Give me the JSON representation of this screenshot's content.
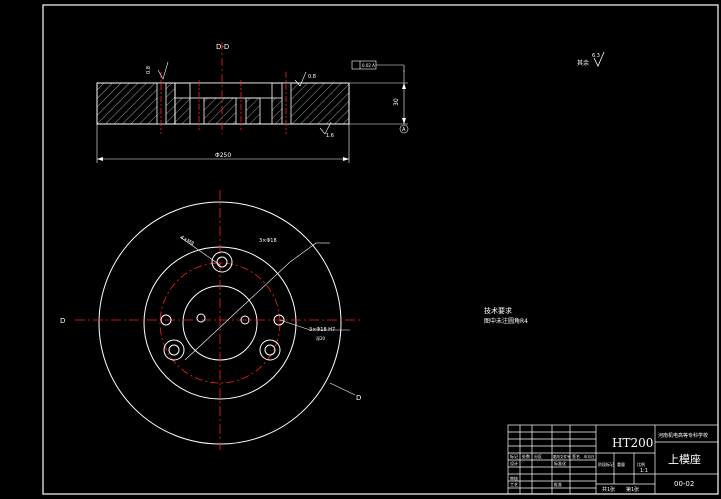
{
  "drawing": {
    "section_label": "D-D",
    "section_marker": "D",
    "roughness_note": "其余",
    "roughness_value": "6.3",
    "dimensions": {
      "overall_diameter": "Φ250",
      "thickness": "30",
      "tolerance_frame": "0.02 A",
      "datum": "A",
      "chamfer": "0.8",
      "surface_finish": "1.6",
      "hole_callout_1": "4×M8",
      "hole_callout_2": "3×Φ18",
      "hole_callout_3": "3×Φ18 H7",
      "hole_depth": "深20"
    },
    "tech_requirements": {
      "title": "技术要求",
      "line1": "图中未注圆角R4"
    }
  },
  "title_block": {
    "material": "HT200",
    "school": "河南机电高等专科学校",
    "part_name": "上模座",
    "drawing_number": "00-02",
    "scale": "1:1",
    "sheet_total": "共1张",
    "sheet_index": "第1张",
    "rows": [
      "标记",
      "处数",
      "分区",
      "更改文件号",
      "签名",
      "年月日"
    ],
    "design_label": "设计",
    "review_label": "审核",
    "craft_label": "工艺",
    "approve_label": "批准",
    "stage_label": "阶段标记",
    "weight_label": "重量",
    "scale_label": "比例",
    "std_label": "标准化"
  },
  "colors": {
    "line": "#ffffff",
    "centerline": "#ff2020",
    "dimension": "#ffffff",
    "hatch": "#ffffff",
    "background": "#000000"
  }
}
